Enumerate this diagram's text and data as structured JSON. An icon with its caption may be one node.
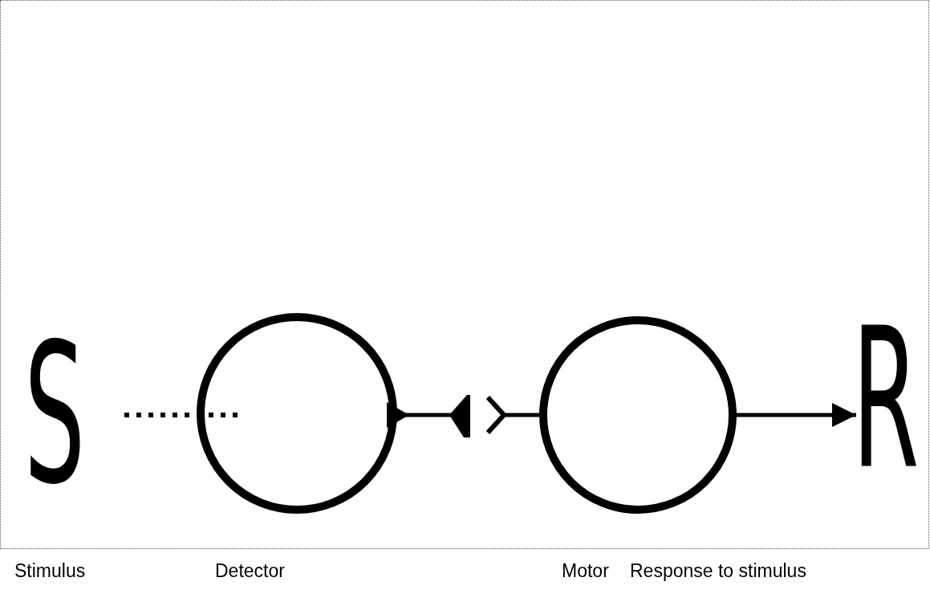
{
  "diagram": {
    "nodes": [
      {
        "text": [
          "S"
        ]
      },
      {
        "text": [],
        "shape": "circle"
      },
      {
        "text": [],
        "shape": "circle"
      },
      {
        "text": [
          "R"
        ]
      }
    ],
    "edges": [
      {
        "from": 0,
        "to": 1,
        "arrow": "none",
        "style": "dashed"
      },
      {
        "from": 1,
        "to": null,
        "arrow": "other"
      },
      {
        "from": null,
        "to": 2,
        "arrow": "other"
      },
      {
        "from": 2,
        "to": 3,
        "arrow": "to"
      }
    ],
    "labels": [
      "Stimulus",
      "Detector",
      "Motor",
      "Response to stimulus"
    ]
  }
}
